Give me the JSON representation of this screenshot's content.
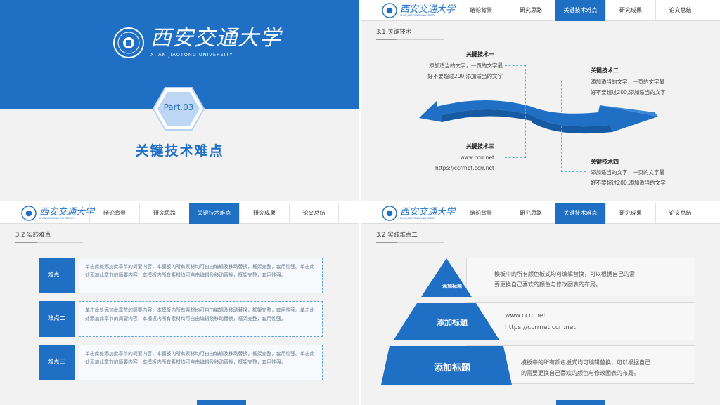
{
  "university": {
    "name_zh": "西安交通大学",
    "name_en": "XI'AN JIAOTONG UNIVERSITY"
  },
  "colors": {
    "accent": "#1f6fc5",
    "light_accent": "#bcd6f4",
    "background": "#f2f2f2"
  },
  "nav": {
    "tabs": [
      "绪论背景",
      "研究思路",
      "关键技术难点",
      "研究成果",
      "论文总结"
    ],
    "active_index": 2
  },
  "cover": {
    "part_label": "Part.03",
    "title": "关键技术难点"
  },
  "slide2": {
    "section_title": "3.1 关键技术",
    "items": [
      {
        "title": "关键技术一",
        "line1": "添加适当的文字，一页的文字最",
        "line2": "好不要超过200,添加适当的文字"
      },
      {
        "title": "关键技术二",
        "line1": "添加适当的文字，一页的文字最",
        "line2": "好不要超过200,添加适当的文字"
      },
      {
        "title": "关键技术三",
        "line1": "www.ccrr.net",
        "line2": "https://ccrrnet.ccrr.net"
      },
      {
        "title": "关键技术四",
        "line1": "添加适当的文字，一页的文字最",
        "line2": "好不要超过200,添加适当的文字"
      }
    ]
  },
  "slide3": {
    "section_title": "3.2 实践难点一",
    "rows": [
      {
        "label": "难点一",
        "text": "单击此处添加此章节的简要内容，本模板内所有素材均可自由编辑及移动替换，框架完整，套用性强。单击此处添加此章节的简要内容，本模板内所有素材均可自由编辑及移动替换，框架完整，套用性强。"
      },
      {
        "label": "难点二",
        "text": "单击此处添加此章节的简要内容，本模板内所有素材均可自由编辑及移动替换，框架完整，套用性强。单击此处添加此章节的简要内容，本模板内所有素材均可自由编辑及移动替换，框架完整，套用性强。"
      },
      {
        "label": "难点三",
        "text": "单击此处添加此章节的简要内容，本模板内所有素材均可自由编辑及移动替换，框架完整，套用性强。单击此处添加此章节的简要内容，本模板内所有素材均可自由编辑及移动替换，框架完整，套用性强。"
      }
    ]
  },
  "slide4": {
    "section_title": "3.2 实践难点二",
    "levels": [
      {
        "label": "添加标题",
        "line1": "模板中的所有颜色板式均可编辑替换，可以根据自己的需",
        "line2": "要更换自己喜欢的颜色与修改图表的布局。"
      },
      {
        "label": "添加标题",
        "line1": "www.ccrr.net",
        "line2": "https://ccrrnet.ccrr.net"
      },
      {
        "label": "添加标题",
        "line1": "模板中的所有颜色板式均可编辑替换，可以根据自己",
        "line2": "的需要更换自己喜欢的颜色与修改图表的布局。"
      }
    ]
  }
}
